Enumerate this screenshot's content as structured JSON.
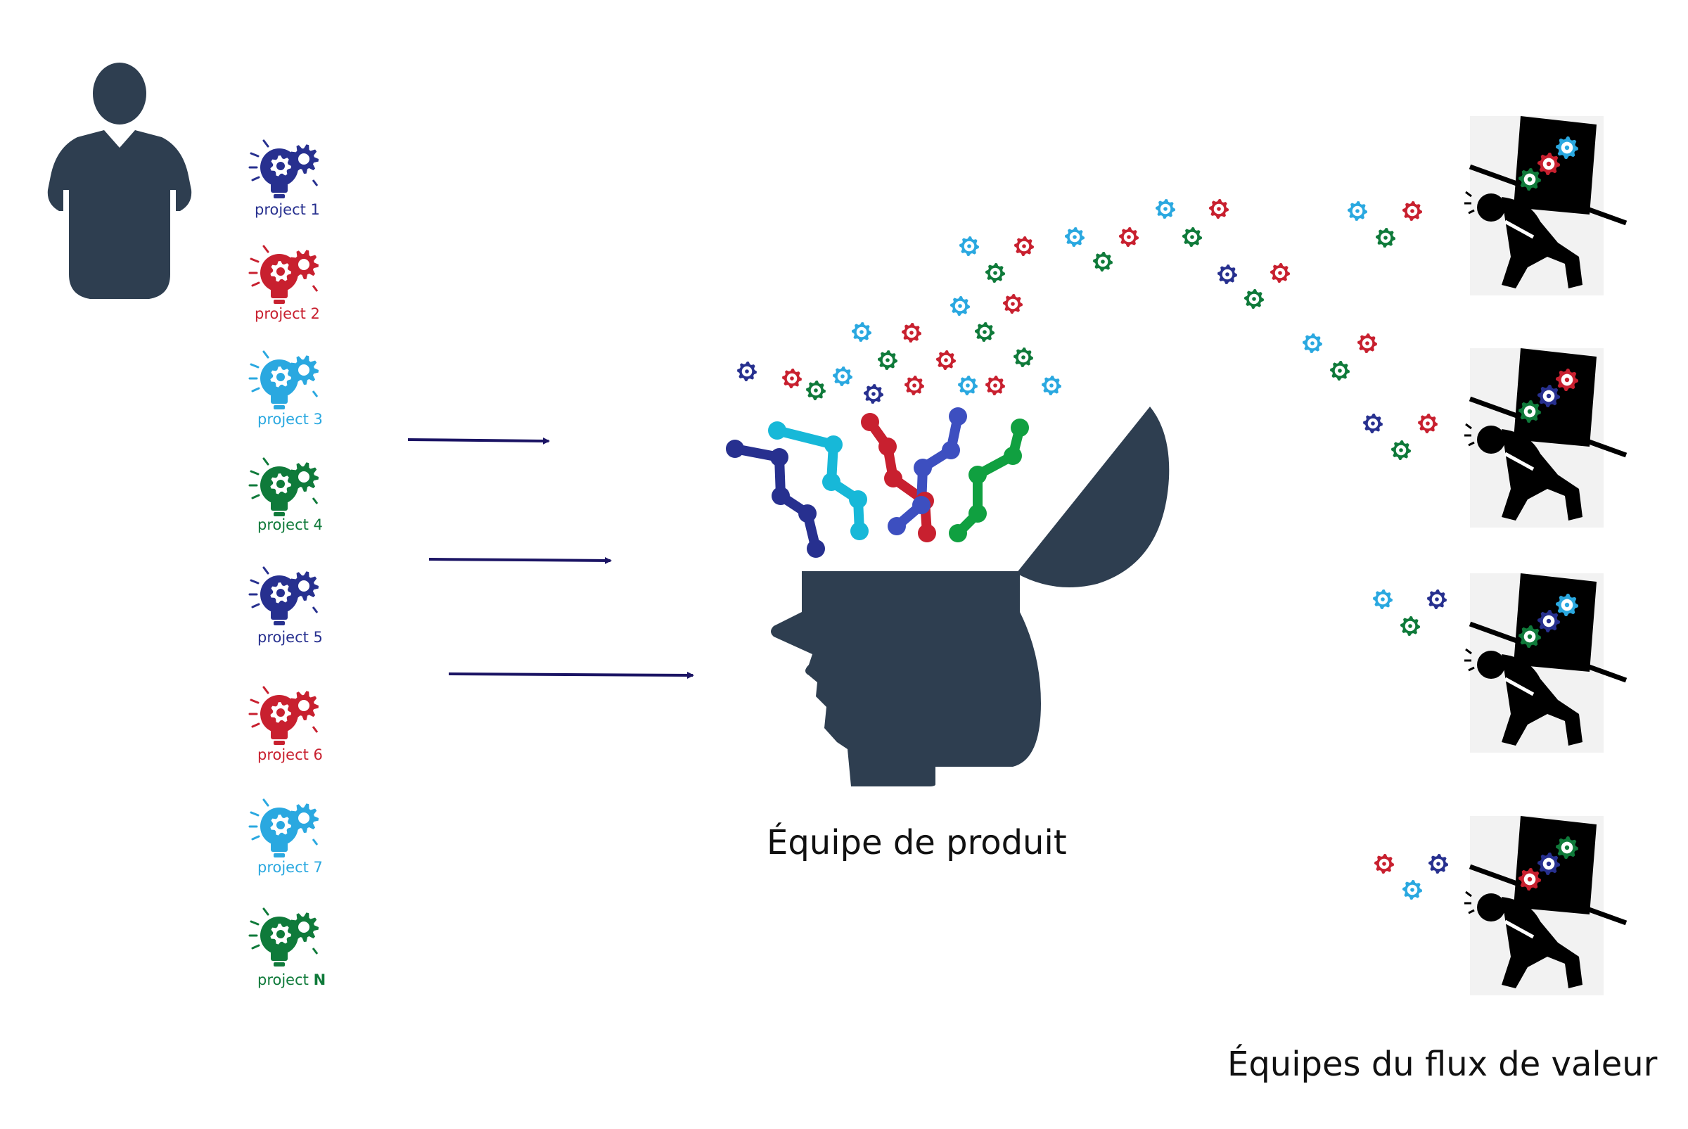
{
  "colors": {
    "dark_navy": "#2e3e50",
    "navy": "#27308f",
    "red": "#c8202f",
    "cyan": "#2aa8e0",
    "green": "#0f7a3a",
    "arrow": "#1b1464",
    "teal_chain": "#17b8d8",
    "green_chain": "#10a040",
    "blue_chain": "#3d4fc0",
    "black": "#000000"
  },
  "manager": {
    "icon": "manager-person-icon"
  },
  "projects": [
    {
      "label": "project 1",
      "color": "#27308f"
    },
    {
      "label": "project 2",
      "color": "#c8202f"
    },
    {
      "label": "project 3",
      "color": "#2aa8e0"
    },
    {
      "label": "project 4",
      "color": "#0f7a3a"
    },
    {
      "label": "project 5",
      "color": "#27308f"
    },
    {
      "label": "project 6",
      "color": "#c8202f"
    },
    {
      "label": "project 7",
      "color": "#2aa8e0"
    },
    {
      "label": "project ",
      "suffix": "N",
      "color": "#0f7a3a"
    }
  ],
  "project_icon": "lightbulb-gear-icon",
  "arrow_count": 3,
  "head": {
    "icon": "open-head-icon",
    "caption": "Équipe de produit"
  },
  "teams": {
    "icon": "person-carrying-load-icon",
    "count": 4,
    "caption": "Équipes du flux de valeur"
  },
  "gear_icon": "gear-icon"
}
